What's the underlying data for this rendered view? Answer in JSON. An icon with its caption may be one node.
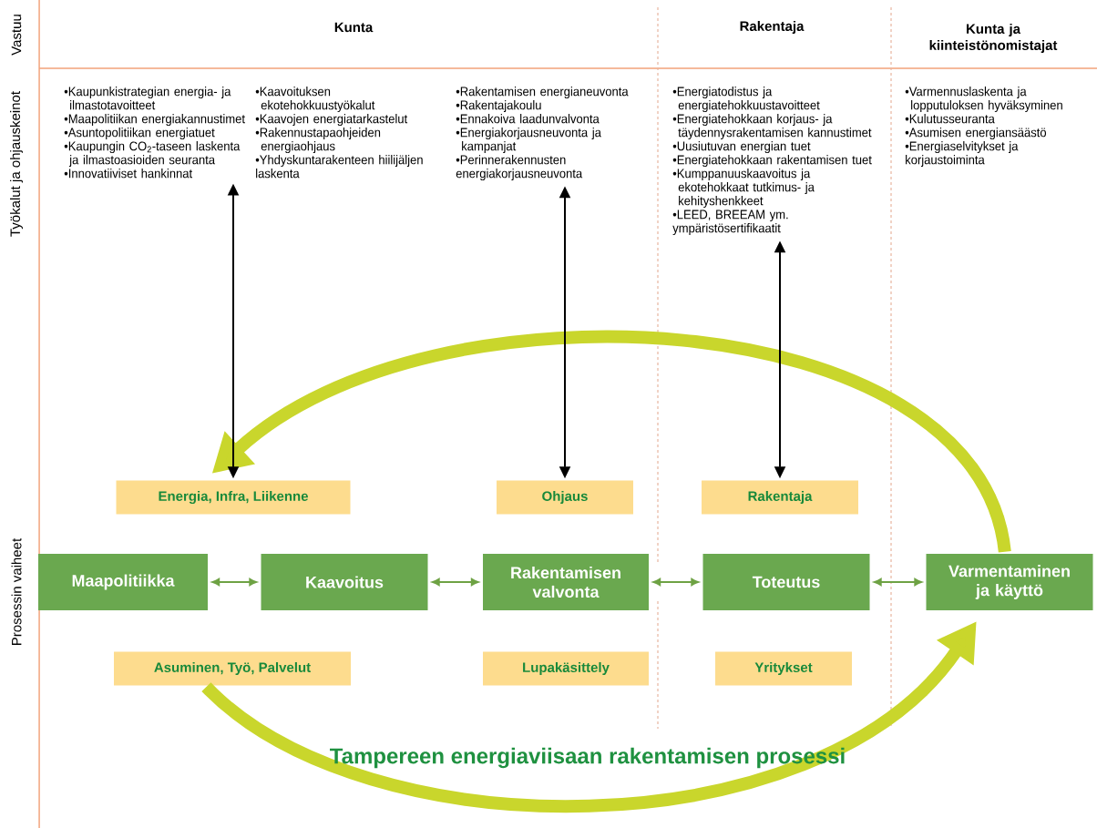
{
  "diagram": {
    "title": "Tampereen energiaviisaan rakentamisen prosessi",
    "nodes": [
      {
        "text": [
          "•Kaupunkistrategian energia- ja ilmastotavoitteet",
          "•Maapolitiikan energiakannustimet",
          "•Asuntopolitiikan energiatuet",
          "•Kaupungin CO$_{2}$-taseen laskenta ja ilmastoasioiden seuranta",
          "•Innovatiiviset hankinnat"
        ]
      },
      {
        "text": [
          "•Kaavoituksen ekotehokkuustyökalut",
          "•Kaavojen energiatarkastelut",
          "•Rakennustapaohjeiden energiaohjaus",
          "•Yhdyskuntarakenteen hiilijäljen laskenta"
        ]
      },
      {
        "text": [
          "•Rakentamisen energianeuvonta",
          "•Rakentajakoulu",
          "•Ennakoiva laadunvalvonta",
          "•Energiakorjausneuvonta ja kampanjat",
          "•Perinnerakennusten energiakorjausneuvonta"
        ]
      },
      {
        "text": [
          "•Energiatodistus ja energiatehokkuustavoitteet",
          "•Energiatehokkaan korjaus- ja täydennysrakentamisen kannustimet",
          "•Uusiutuvan energian tuet",
          "•Energiatehokkaan rakentamisen tuet",
          "•Kumppanuuskaavoitus ja ekotehokkaat tutkimus- ja kehityshenkkeet",
          "•LEED, BREEAM ym. ympäristösertifikaatit"
        ]
      },
      {
        "text": [
          "•Varmennuslaskenta ja lopputuloksen hyväksyminen",
          "•Kulutusseuranta",
          "•Asumisen energiansäästö",
          "•Energiaselvitykset ja korjaustoiminta"
        ]
      },
      {
        "text": [
          "Energia, Infra, Liikenne"
        ]
      },
      {
        "text": [
          "Ohjaus"
        ]
      },
      {
        "text": [
          "Rakentaja"
        ]
      },
      {
        "text": [
          "Maapolitiikka"
        ]
      },
      {
        "text": [
          "Kaavoitus"
        ]
      },
      {
        "text": [
          "Rakentamisen valvonta"
        ]
      },
      {
        "text": [
          "Toteutus"
        ]
      },
      {
        "text": [
          "Varmentaminen ja käyttö"
        ]
      },
      {
        "text": [
          "Asuminen, Työ, Palvelut"
        ]
      },
      {
        "text": [
          "Lupakäsittely"
        ]
      },
      {
        "text": [
          "Yritykset"
        ]
      }
    ],
    "edges": [
      {
        "from": 0,
        "to": 5,
        "arrow": "both",
        "color": "#000000"
      },
      {
        "from": 2,
        "to": 6,
        "arrow": "both",
        "color": "#000000"
      },
      {
        "from": 3,
        "to": 7,
        "arrow": "both",
        "color": "#000000"
      },
      {
        "from": 8,
        "to": 9,
        "arrow": "both",
        "color": "#6ea244"
      },
      {
        "from": 9,
        "to": 10,
        "arrow": "both",
        "color": "#6ea244"
      },
      {
        "from": 10,
        "to": 11,
        "arrow": "both",
        "color": "#6ea244"
      },
      {
        "from": 11,
        "to": 12,
        "arrow": "both",
        "color": "#6ea244"
      },
      {
        "from": 12,
        "to": 5,
        "arrow": "to",
        "style": "thick",
        "color": "#c9d62c"
      },
      {
        "from": 13,
        "to": 12,
        "arrow": "to",
        "style": "thick",
        "color": "#c9d62c"
      }
    ],
    "labels": [
      "Vastuu",
      "Kunta",
      "Rakentaja",
      "Kunta ja kiinteistönomistajat",
      "Työkalut ja ohjauskeinot",
      "Prosessin vaiheet"
    ]
  }
}
